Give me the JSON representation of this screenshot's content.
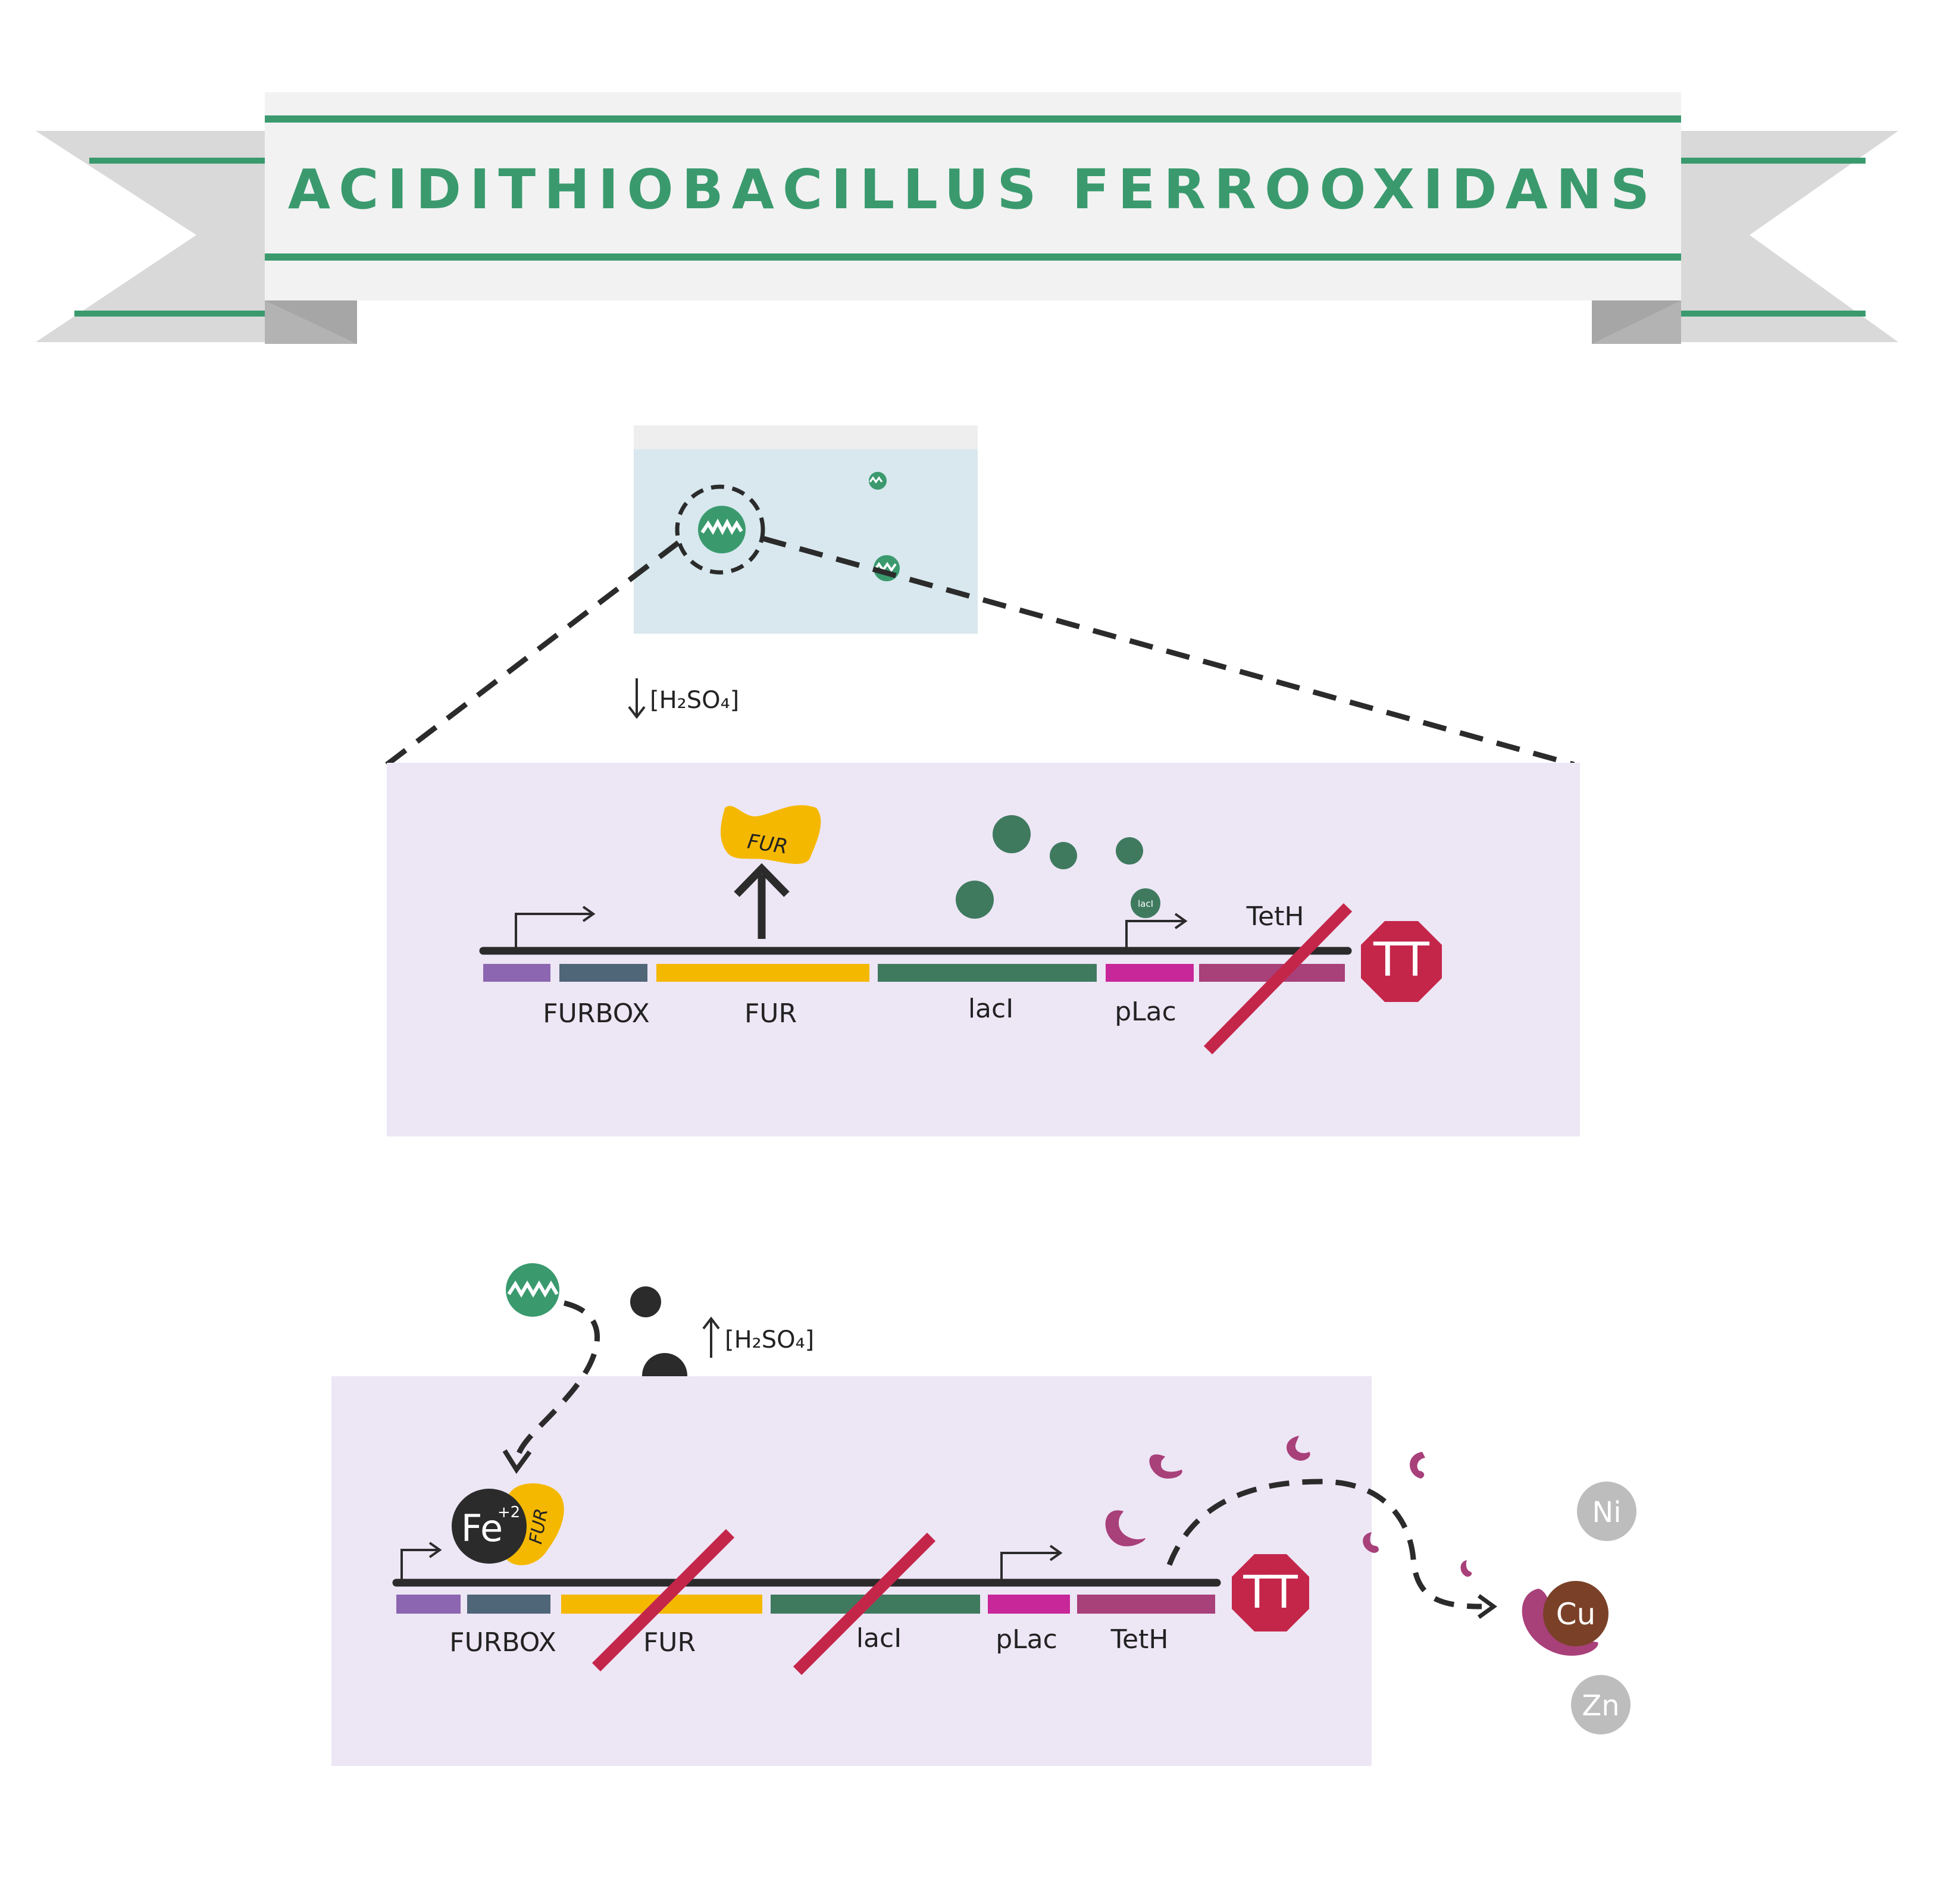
{
  "title": "ACIDITHIOBACILLUS FERROOXIDANS",
  "colors": {
    "banner_fill": "#f2f2f2",
    "banner_tail": "#d9d9d9",
    "banner_fold": "#b3b3b3",
    "accent_green": "#3a9a6e",
    "panel_purple": "#ede6f5",
    "beaker_blue": "#d8e8ee",
    "furbox_purple": "#8c66b0",
    "slate": "#4f6578",
    "fur_yellow": "#f5b800",
    "laci_green": "#3f7a5f",
    "plac_magenta": "#c8279a",
    "teth_plum": "#a8407a",
    "cross_red": "#c4264a",
    "terminator_red": "#c4264a",
    "dark": "#2b2b2b",
    "copper": "#7a4128",
    "grey_metal": "#bdbdbd"
  },
  "panel1": {
    "acid_label": "[H₂SO₄]",
    "acid_direction": "decrease",
    "fur_protein_label": "FUR",
    "laci_bubble_label": "lacI",
    "gene_labels": {
      "furbox": "FURBOX",
      "fur": "FUR",
      "laci": "lacI",
      "plac": "pLac",
      "teth": "TetH"
    },
    "terminator_label": "TT"
  },
  "panel2": {
    "acid_label": "[H₂SO₄]",
    "acid_direction": "increase",
    "iron_label": "Fe",
    "iron_charge": "+2",
    "fur_protein_label": "FUR",
    "gene_labels": {
      "furbox": "FURBOX",
      "fur": "FUR",
      "laci": "lacI",
      "plac": "pLac",
      "teth": "TetH"
    },
    "terminator_label": "TT",
    "metals": [
      "Ni",
      "Cu",
      "Zn"
    ]
  }
}
